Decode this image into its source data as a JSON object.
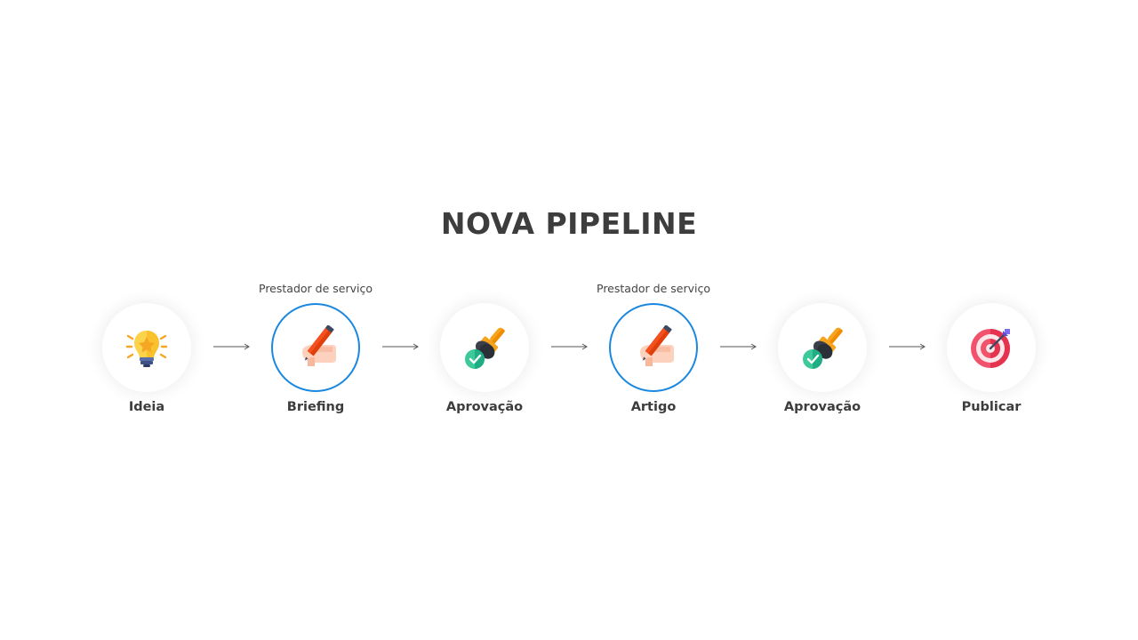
{
  "title": "NOVA PIPELINE",
  "steps": [
    {
      "label": "Ideia",
      "caption": "",
      "icon": "lightbulb-icon",
      "highlighted": false
    },
    {
      "label": "Briefing",
      "caption": "Prestador de serviço",
      "icon": "pencil-hand-icon",
      "highlighted": true
    },
    {
      "label": "Aprovação",
      "caption": "",
      "icon": "approval-stamp-icon",
      "highlighted": false
    },
    {
      "label": "Artigo",
      "caption": "Prestador de serviço",
      "icon": "pencil-hand-icon",
      "highlighted": true
    },
    {
      "label": "Aprovação",
      "caption": "",
      "icon": "approval-stamp-icon",
      "highlighted": false
    },
    {
      "label": "Publicar",
      "caption": "",
      "icon": "target-icon",
      "highlighted": false
    }
  ],
  "colors": {
    "highlight_border": "#1a88e0",
    "text": "#3d3d3d",
    "arrow": "#555555"
  }
}
